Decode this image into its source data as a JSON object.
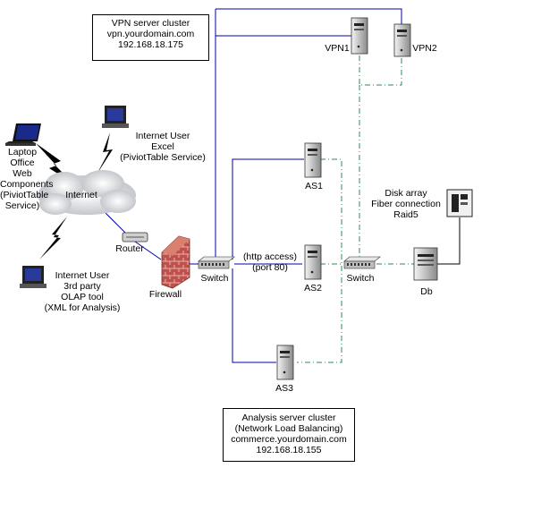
{
  "vpn_cluster": {
    "title": "VPN server cluster",
    "domain": "vpn.yourdomain.com",
    "ip": "192.168.18.175"
  },
  "analysis_cluster": {
    "title": "Analysis server cluster",
    "subtitle": "(Network Load Balancing)",
    "domain": "commerce.yourdomain.com",
    "ip": "192.168.18.155"
  },
  "nodes": {
    "vpn1": "VPN1",
    "vpn2": "VPN2",
    "as1": "AS1",
    "as2": "AS2",
    "as3": "AS3",
    "db": "Db",
    "switch_left": "Switch",
    "switch_right": "Switch",
    "router": "Router",
    "firewall": "Firewall",
    "internet": "Internet"
  },
  "disk_array": {
    "line1": "Disk array",
    "line2": "Fiber connection",
    "line3": "Raid5"
  },
  "http_access": {
    "line1": "(http access)",
    "line2": "(port 80)"
  },
  "users": {
    "laptop": [
      "Laptop",
      "Office",
      "Web",
      "Components",
      "(PiviotTable",
      "Service)"
    ],
    "excel": [
      "Internet User",
      "Excel",
      "(PiviotTable Service)"
    ],
    "olap": [
      "Internet User",
      "3rd party",
      "OLAP tool",
      "(XML for Analysis)"
    ]
  },
  "colors": {
    "public_link": "#0000aa",
    "private_link": "#2e8b57",
    "firewall": "#c0504d"
  }
}
